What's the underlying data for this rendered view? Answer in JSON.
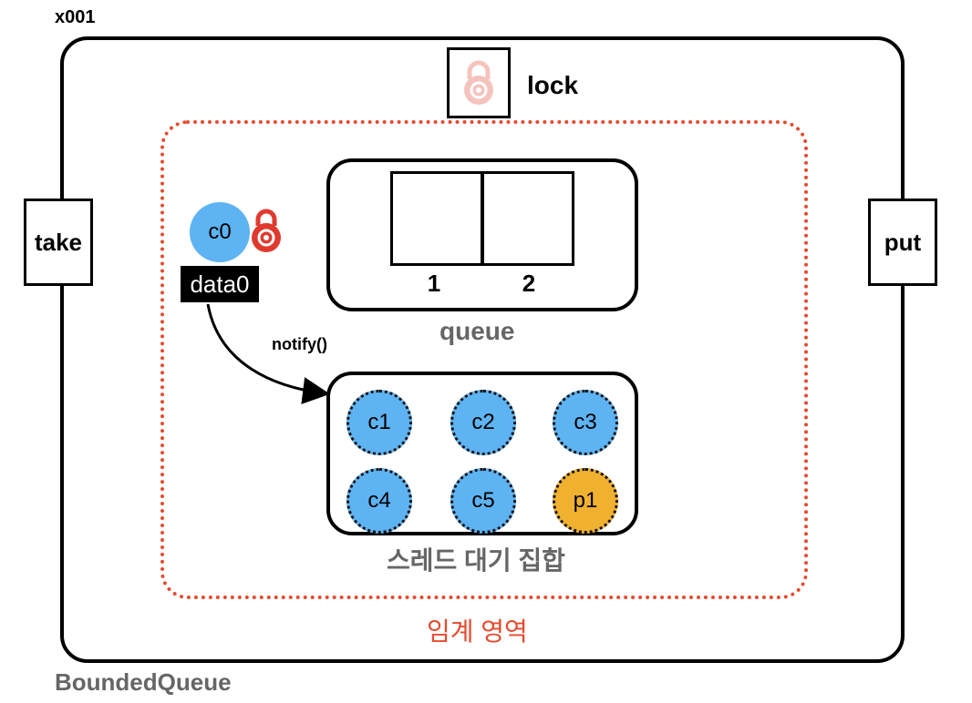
{
  "object_address": "x001",
  "object_name": "BoundedQueue",
  "lock": {
    "label": "lock",
    "icon": "faded-padlock-icon"
  },
  "methods": {
    "take": "take",
    "put": "put"
  },
  "critical_section": {
    "label": "임계 영역"
  },
  "queue": {
    "label": "queue",
    "slots": [
      "1",
      "2"
    ]
  },
  "running_thread": {
    "name": "c0",
    "holds_lock_icon": "red-padlock-icon",
    "data": "data0"
  },
  "notify": {
    "label": "notify()"
  },
  "wait_set": {
    "label": "스레드 대기 집합",
    "threads": [
      "c1",
      "c2",
      "c3",
      "c4",
      "c5",
      "p1"
    ]
  },
  "colors": {
    "consumer": "#5eb3f3",
    "producer": "#f0b030",
    "critical": "#e64a2e",
    "lock_held": "#e03a2e",
    "lock_released": "#f5c3bd"
  }
}
